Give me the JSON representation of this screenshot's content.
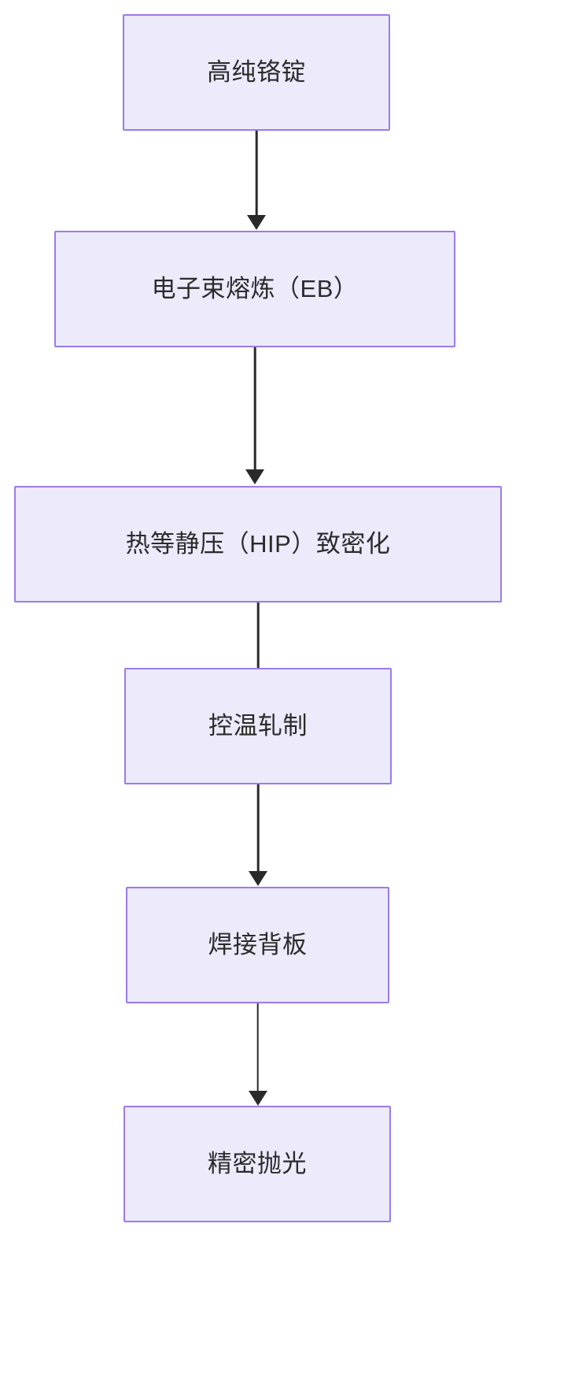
{
  "diagram": {
    "type": "flowchart",
    "orientation": "top-to-bottom",
    "title": "",
    "colors": {
      "node_fill": "#ECEAFB",
      "node_border": "#9C7BE8",
      "node_text": "#2b2b2b",
      "edge": "#2a2a2a",
      "background": "#ffffff"
    },
    "nodes": [
      {
        "id": "n1",
        "label": "高纯铬锭"
      },
      {
        "id": "n2",
        "label": "电子束熔炼（EB）"
      },
      {
        "id": "n3",
        "label": "热等静压（HIP）致密化"
      },
      {
        "id": "n4",
        "label": "控温轧制"
      },
      {
        "id": "n5",
        "label": "焊接背板"
      },
      {
        "id": "n6",
        "label": "精密抛光"
      }
    ],
    "edges": [
      {
        "from": "n1",
        "to": "n2",
        "label": ""
      },
      {
        "from": "n2",
        "to": "n3",
        "label": ""
      },
      {
        "from": "n3",
        "to": "n4",
        "label": ""
      },
      {
        "from": "n4",
        "to": "n5",
        "label": ""
      },
      {
        "from": "n5",
        "to": "n6",
        "label": ""
      }
    ]
  }
}
